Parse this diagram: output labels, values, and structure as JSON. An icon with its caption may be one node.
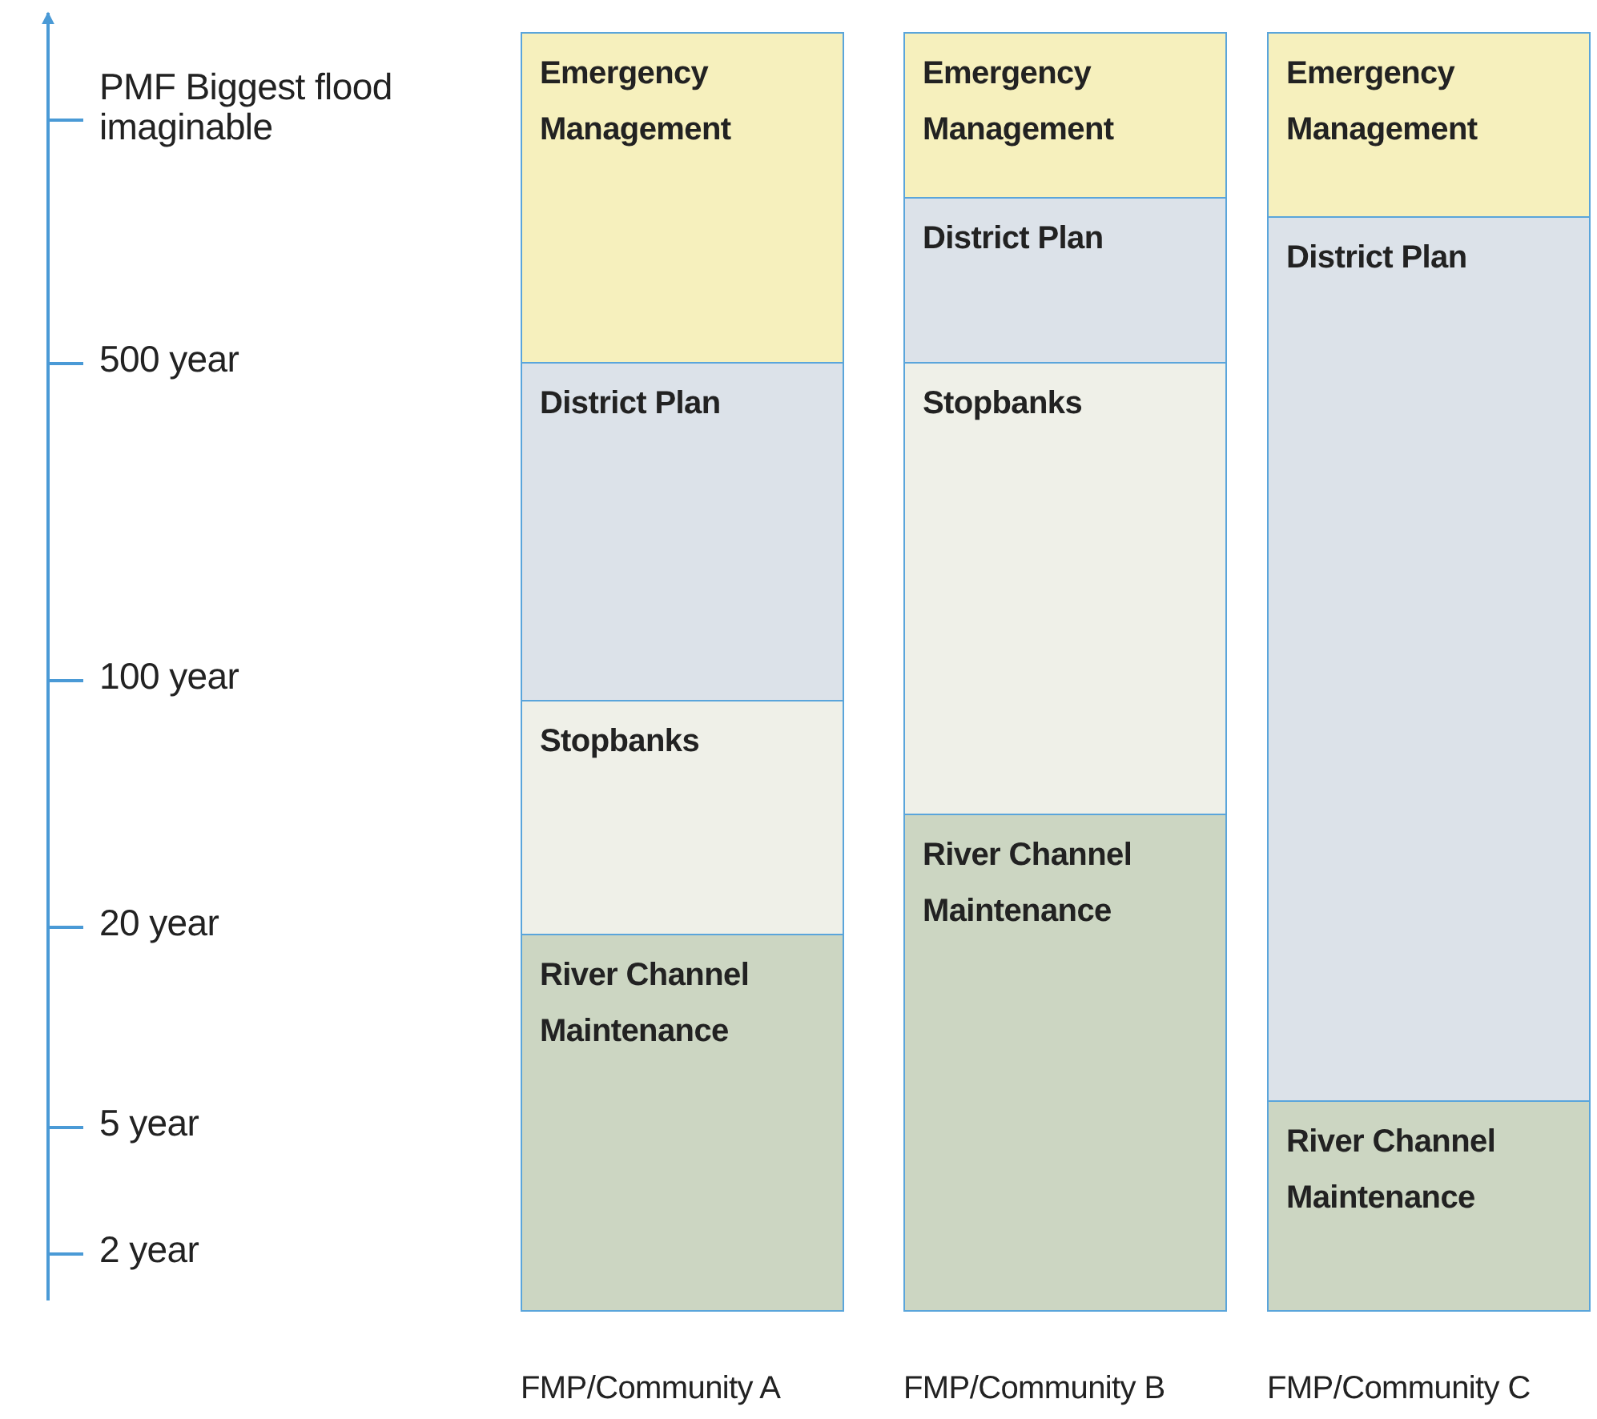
{
  "diagram": {
    "nodes": [
      {
        "text": [
          "FMP/Community A"
        ]
      },
      {
        "text": [
          "Emergency Management"
        ],
        "in": 0
      },
      {
        "text": [
          "District Plan"
        ],
        "in": 0
      },
      {
        "text": [
          "Stopbanks"
        ],
        "in": 0
      },
      {
        "text": [
          "River Channel Maintenance"
        ],
        "in": 0
      },
      {
        "text": [
          "FMP/Community B"
        ]
      },
      {
        "text": [
          "Emergency Management"
        ],
        "in": 5
      },
      {
        "text": [
          "District Plan"
        ],
        "in": 5
      },
      {
        "text": [
          "Stopbanks"
        ],
        "in": 5
      },
      {
        "text": [
          "River Channel Maintenance"
        ],
        "in": 5
      },
      {
        "text": [
          "FMP/Community C"
        ]
      },
      {
        "text": [
          "Emergency Management"
        ],
        "in": 10
      },
      {
        "text": [
          "District Plan"
        ],
        "in": 10
      },
      {
        "text": [
          "River Channel Maintenance"
        ],
        "in": 10
      }
    ],
    "labels": [
      "PMF Biggest flood imaginable",
      "500 year",
      "100 year",
      "20 year",
      "5 year",
      "2 year"
    ]
  }
}
